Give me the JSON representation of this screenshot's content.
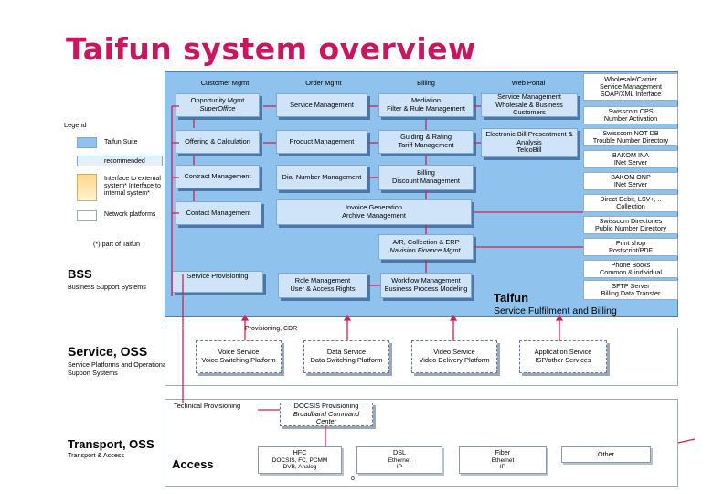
{
  "title": "Taifun system overview",
  "columns": {
    "customer": "Customer Mgmt",
    "order": "Order Mgmt",
    "billing": "Billing",
    "portal": "Web Portal"
  },
  "boxes": {
    "opportunity": "Opportunity Mgmt",
    "opportunity_sub": "SuperOffice",
    "service_mgmt": "Service Management",
    "mediation": "Mediation",
    "mediation_sub": "Filter & Rule Management",
    "portal_sm": "Service Management Wholesale & Business Customers",
    "offering": "Offering & Calculation",
    "product_mgmt": "Product Management",
    "guiding": "Guiding & Rating",
    "guiding_sub": "Tariff Management",
    "ebill": "Electronic Bill Presentment & Analysis",
    "ebill_sub": "TelcoBill",
    "contract": "Contract Management",
    "dialnumber": "Dial-Number Management",
    "billing_disc": "Billing",
    "billing_disc_sub": "Discount Management",
    "contact": "Contact Management",
    "invoice": "Invoice Generation",
    "invoice_sub": "Archive Management",
    "ar": "A/R, Collection & ERP",
    "ar_sub": "Navision Finance Mgmt.",
    "provisioning": "Service Provisioning",
    "role": "Role Management",
    "role_sub": "User & Access Rights",
    "workflow": "Workflow Management",
    "workflow_sub": "Business Process Modeling"
  },
  "right_boxes": [
    {
      "l1": "Wholesale/Carrier",
      "l2": "Service Management",
      "l3": "SOAP/XML Interface"
    },
    {
      "l1": "Swisscom CPS",
      "l2": "Number Activation",
      "l3": ""
    },
    {
      "l1": "Swisscom NOT DB",
      "l2": "Trouble Number Directory",
      "l3": ""
    },
    {
      "l1": "BAKOM INA",
      "l2": "INet Server",
      "l3": ""
    },
    {
      "l1": "BAKOM ONP",
      "l2": "INet Server",
      "l3": ""
    },
    {
      "l1": "Direct Debit, LSV+, ..",
      "l2": "Collection",
      "l3": ""
    },
    {
      "l1": "Swisscom Directories",
      "l2": "Public Number Directory",
      "l3": ""
    },
    {
      "l1": "Print shop",
      "l2": "Postscript/PDF",
      "l3": ""
    },
    {
      "l1": "Phone Books",
      "l2": "Common & individual",
      "l3": ""
    },
    {
      "l1": "SFTP Server",
      "l2": "Billing Data Transfer",
      "l3": ""
    }
  ],
  "legend": {
    "title": "Legend",
    "suite": "Taifun Suite",
    "recommended": "recommended",
    "interface": "Interface to external system* Interface to internal system*",
    "network": "Network platforms",
    "footnote": "(*) part of Taifun"
  },
  "brand": {
    "name": "Taifun",
    "tagline": "Service Fulfilment and Billing"
  },
  "sections": {
    "bss": "BSS",
    "bss_sub": "Business Support Systems",
    "oss": "Service, OSS",
    "oss_sub": "Service Platforms and Operational Support Systems",
    "transport": "Transport, OSS",
    "transport_sub": "Transport & Access",
    "access": "Access"
  },
  "service": {
    "prov_label": "Provisioning, CDR",
    "voice": "Voice Service",
    "voice_sub": "Voice Switching Platform",
    "data": "Data Service",
    "data_sub": "Data Switching Platform",
    "video": "Video Service",
    "video_sub": "Video Delivery Platform",
    "app": "Application Service",
    "app_sub": "ISP/other Services"
  },
  "transport": {
    "tech": "Technical Provisioning",
    "docsis": "DOCSIS Provisioning",
    "docsis_sub": "Broadband Command Center",
    "hfc": "HFC",
    "hfc_sub1": "DOCSIS, FC, PCMM",
    "hfc_sub2": "DVB, Analog",
    "dsl": "DSL",
    "dsl_sub1": "Ethernet",
    "dsl_sub2": "IP",
    "fiber": "Fiber",
    "fiber_sub1": "Ethernet",
    "fiber_sub2": "IP",
    "other": "Other",
    "page_num": "8"
  },
  "colors": {
    "title": "#c8165f",
    "panel": "#8fc3ee",
    "box": "#cfe4f8",
    "connector": "#cc2255"
  }
}
